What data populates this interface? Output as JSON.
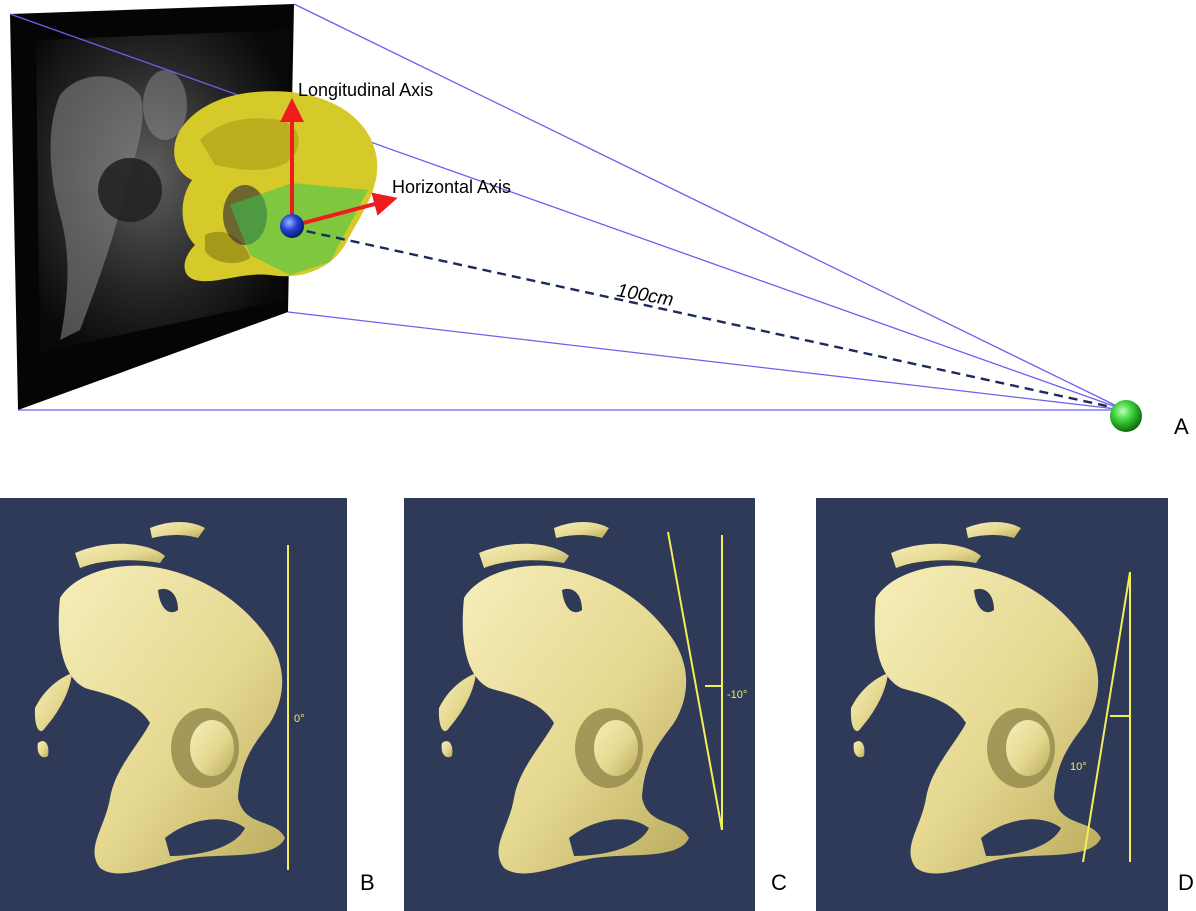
{
  "figure": {
    "top_scene": {
      "axis_labels": {
        "longitudinal": "Longitudinal Axis",
        "horizontal": "Horizontal Axis"
      },
      "distance_label": "100cm",
      "panel_letter": "A"
    },
    "panels": [
      {
        "letter": "B",
        "angle_label": "0°"
      },
      {
        "letter": "C",
        "angle_label": "-10°"
      },
      {
        "letter": "D",
        "angle_label": "10°"
      }
    ],
    "colors": {
      "background": "#ffffff",
      "panel_background": "#2e3a57",
      "bone": "#eee4a4",
      "pelvis_model": "#d6c92a",
      "axis_arrow": "#ee1c1c",
      "projection_lines": "#6f5ef0",
      "distance_line": "#1b2b5c",
      "source_sphere": "#2fcf2f",
      "center_sphere": "#1f3fd0",
      "guide_lines": "#f2ee5a",
      "xray_plate": "#050505"
    }
  }
}
